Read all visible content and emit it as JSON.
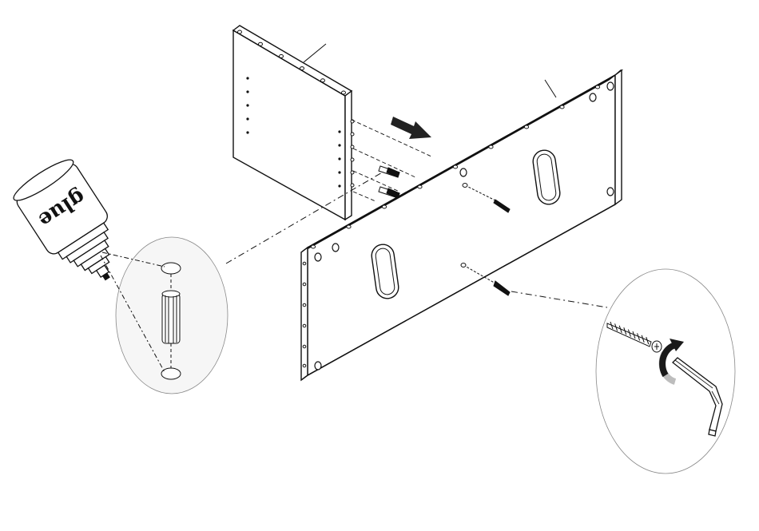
{
  "diagram": {
    "bottle_label": "glue",
    "colors": {
      "line": "#111111",
      "panel": "#ffffff",
      "circle_fill": "#f6f6f6",
      "arrow": "#222222",
      "rotate_arrow": "#1a1a1a",
      "rotate_shadow": "#bdbdbd"
    },
    "icons": {
      "direction_arrow": "arrow-right-down-icon",
      "rotation": "rotate-clockwise-icon",
      "tool": "allen-key-icon"
    },
    "parts": [
      "side-panel",
      "back-panel",
      "wood-dowel",
      "screw",
      "glue-bottle",
      "allen-key"
    ]
  }
}
